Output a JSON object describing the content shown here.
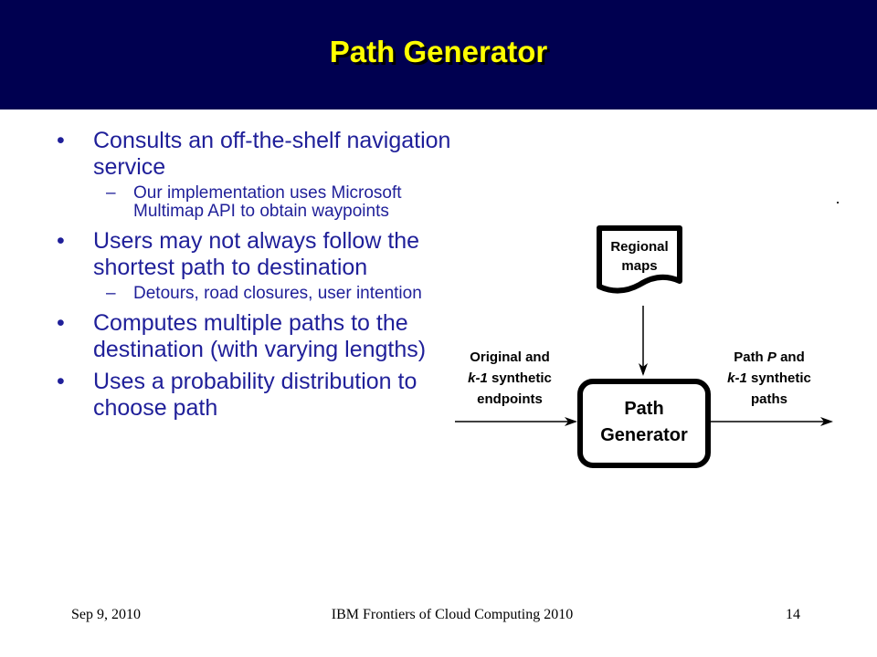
{
  "slide": {
    "title": "Path Generator",
    "bullets": [
      {
        "text": "Consults an off-the-shelf navigation service",
        "sub": [
          "Our implementation uses Microsoft Multimap API to obtain waypoints"
        ]
      },
      {
        "text": "Users may not always follow the shortest path to destination",
        "sub": [
          "Detours, road closures, user intention"
        ]
      },
      {
        "text": "Computes multiple paths to the destination (with varying lengths)",
        "sub": []
      },
      {
        "text": "Uses a probability distribution to choose path",
        "sub": []
      }
    ],
    "bullet_glyph": "•",
    "sub_glyph": "–"
  },
  "diagram": {
    "doc_line1": "Regional",
    "doc_line2": "maps",
    "box_line1": "Path",
    "box_line2": "Generator",
    "input_line1": "Original and",
    "input_line2_bold": "k-1",
    "input_line2_rest": " synthetic",
    "input_line3": "endpoints",
    "output_line1_a": "Path ",
    "output_line1_b": "P",
    "output_line1_c": " and",
    "output_line2_bold": "k-1",
    "output_line2_rest": " synthetic",
    "output_line3": "paths"
  },
  "footer": {
    "date": "Sep 9, 2010",
    "event": "IBM Frontiers of Cloud Computing 2010",
    "page": "14"
  },
  "colors": {
    "header_bg": "#000050",
    "title": "#ffff00",
    "body_text": "#1f1f99"
  }
}
